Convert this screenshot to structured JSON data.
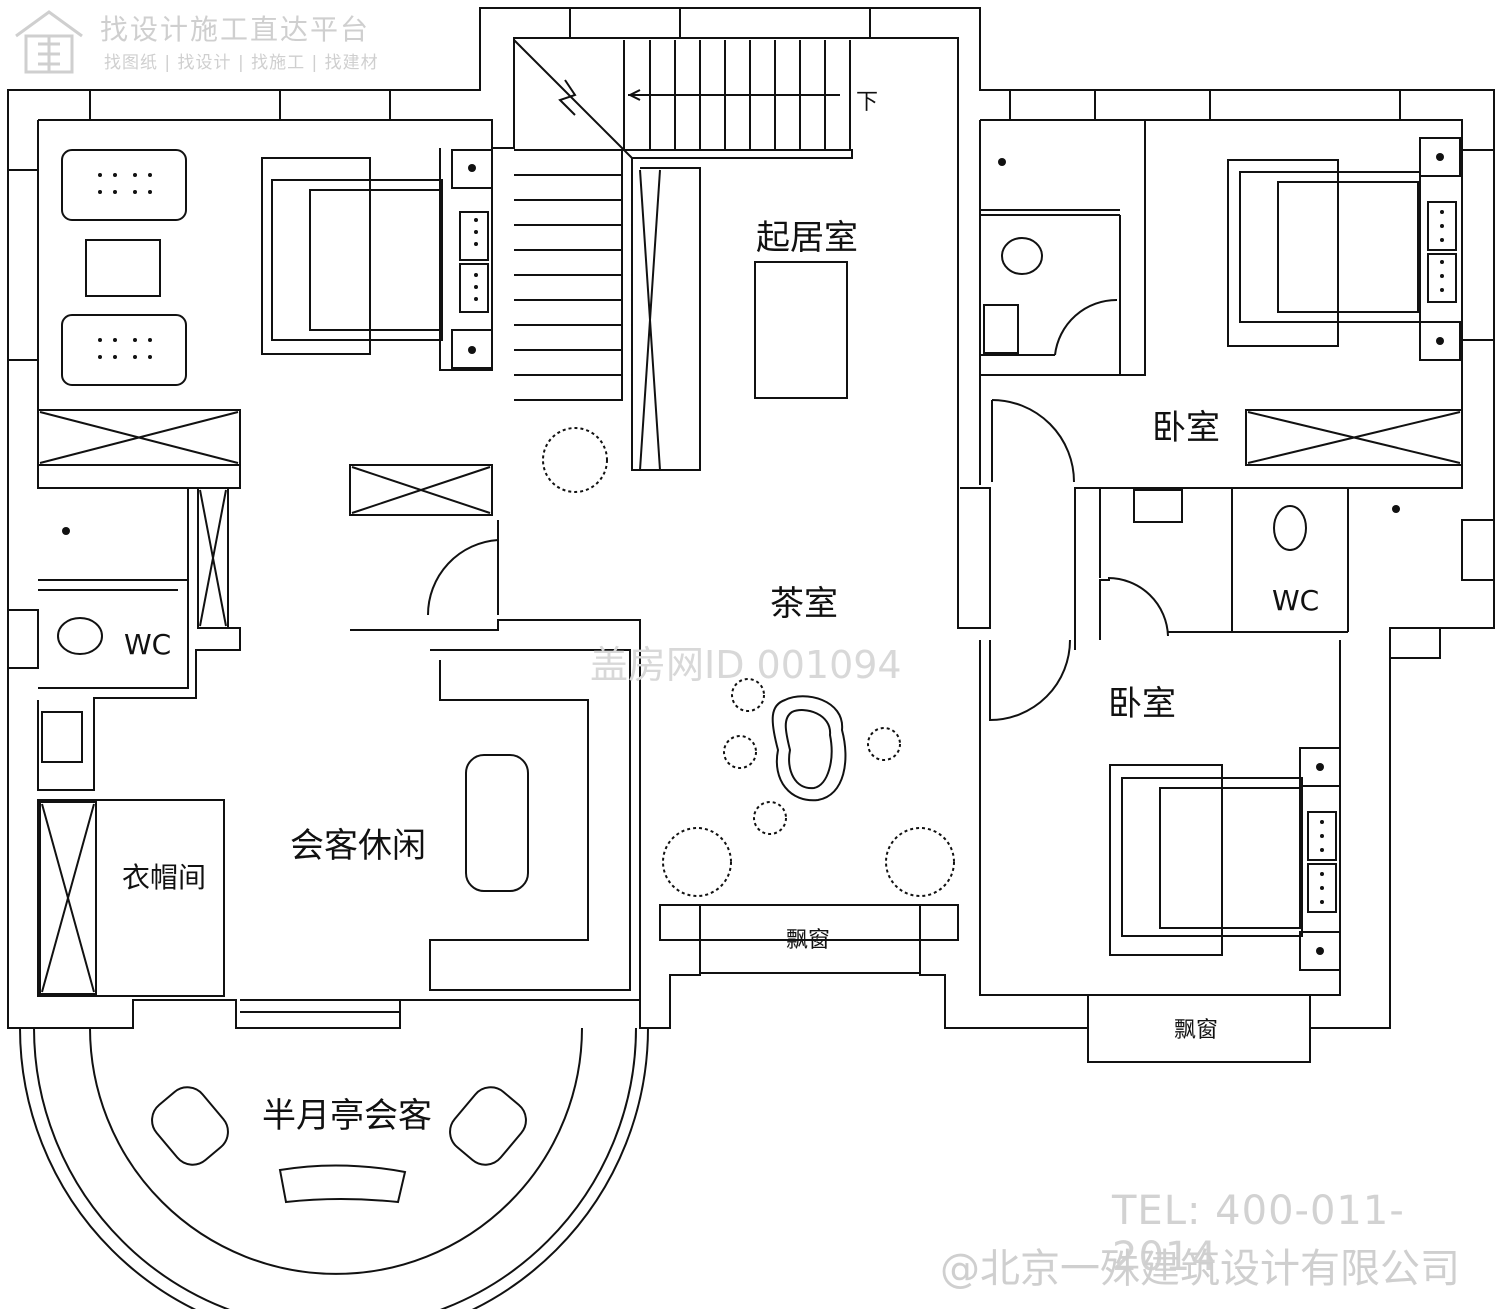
{
  "watermark": {
    "title": "找设计施工直达平台",
    "subtitle": "找图纸 | 找设计 | 找施工 | 找建材",
    "id_text": "盖房网ID 001094",
    "tel": "TEL: 400-011-2014",
    "company": "@北京一殊建筑设计有限公司"
  },
  "rooms": {
    "living_room": "起居室",
    "tea_room": "茶室",
    "bedroom_right_upper": "卧室",
    "bedroom_right_lower": "卧室",
    "wc_left": "WC",
    "wc_right": "WC",
    "lounge": "会客休闲",
    "cloakroom": "衣帽间",
    "half_moon": "半月亭会客",
    "bay_window_mid": "飘窗",
    "bay_window_right": "飘窗"
  },
  "stairs": {
    "down_label": "下"
  },
  "colors": {
    "line": "#111111",
    "watermark": "#cfcfcf"
  }
}
